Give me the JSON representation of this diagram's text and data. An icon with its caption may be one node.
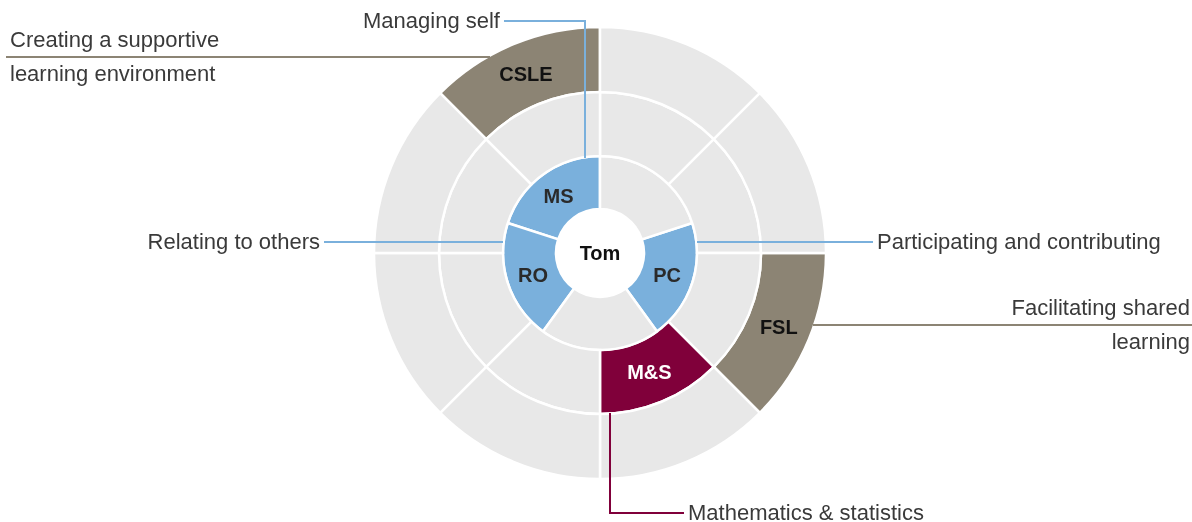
{
  "diagram": {
    "nodes": [
      {
        "text": [
          "Managing self"
        ]
      },
      {
        "text": [
          "Creating a supportive learning environment"
        ]
      },
      {
        "text": [
          "CSLE"
        ]
      },
      {
        "text": [
          "MS"
        ]
      },
      {
        "text": [
          "Relating to others"
        ]
      },
      {
        "text": [
          "RO"
        ]
      },
      {
        "text": [
          "Tom"
        ]
      },
      {
        "text": [
          "PC"
        ]
      },
      {
        "text": [
          "Participating and contributing"
        ]
      },
      {
        "text": [
          "FSL"
        ]
      },
      {
        "text": [
          "Facilitating shared learning"
        ]
      },
      {
        "text": [
          "M&S"
        ]
      },
      {
        "text": [
          "Mathematics & statistics"
        ]
      },
      {
        "text": [],
        "shape": "sector"
      },
      {
        "text": [],
        "shape": "sector"
      },
      {
        "text": [],
        "shape": "sector"
      },
      {
        "text": [],
        "shape": "sector"
      },
      {
        "text": [],
        "shape": "sector"
      },
      {
        "text": [],
        "shape": "sector"
      },
      {
        "text": [],
        "shape": "sector"
      },
      {
        "text": [],
        "shape": "sector"
      },
      {
        "text": [],
        "shape": "sector"
      },
      {
        "text": [],
        "shape": "sector"
      },
      {
        "text": [],
        "shape": "sector"
      },
      {
        "text": [],
        "shape": "sector"
      },
      {
        "text": [],
        "shape": "sector"
      },
      {
        "text": [],
        "shape": "sector"
      },
      {
        "text": [],
        "shape": "sector"
      }
    ],
    "edges": [
      {
        "from": 0,
        "to": 3,
        "arrow": "none"
      },
      {
        "from": 1,
        "to": 2,
        "arrow": "none",
        "color": "#8c8474"
      },
      {
        "from": 4,
        "to": 5,
        "arrow": "none"
      },
      {
        "from": 8,
        "to": 7,
        "arrow": "none"
      },
      {
        "from": 10,
        "to": 9,
        "arrow": "none",
        "color": "#8c8474"
      },
      {
        "from": 12,
        "to": 11,
        "arrow": "none",
        "color": "#80003a"
      }
    ]
  }
}
